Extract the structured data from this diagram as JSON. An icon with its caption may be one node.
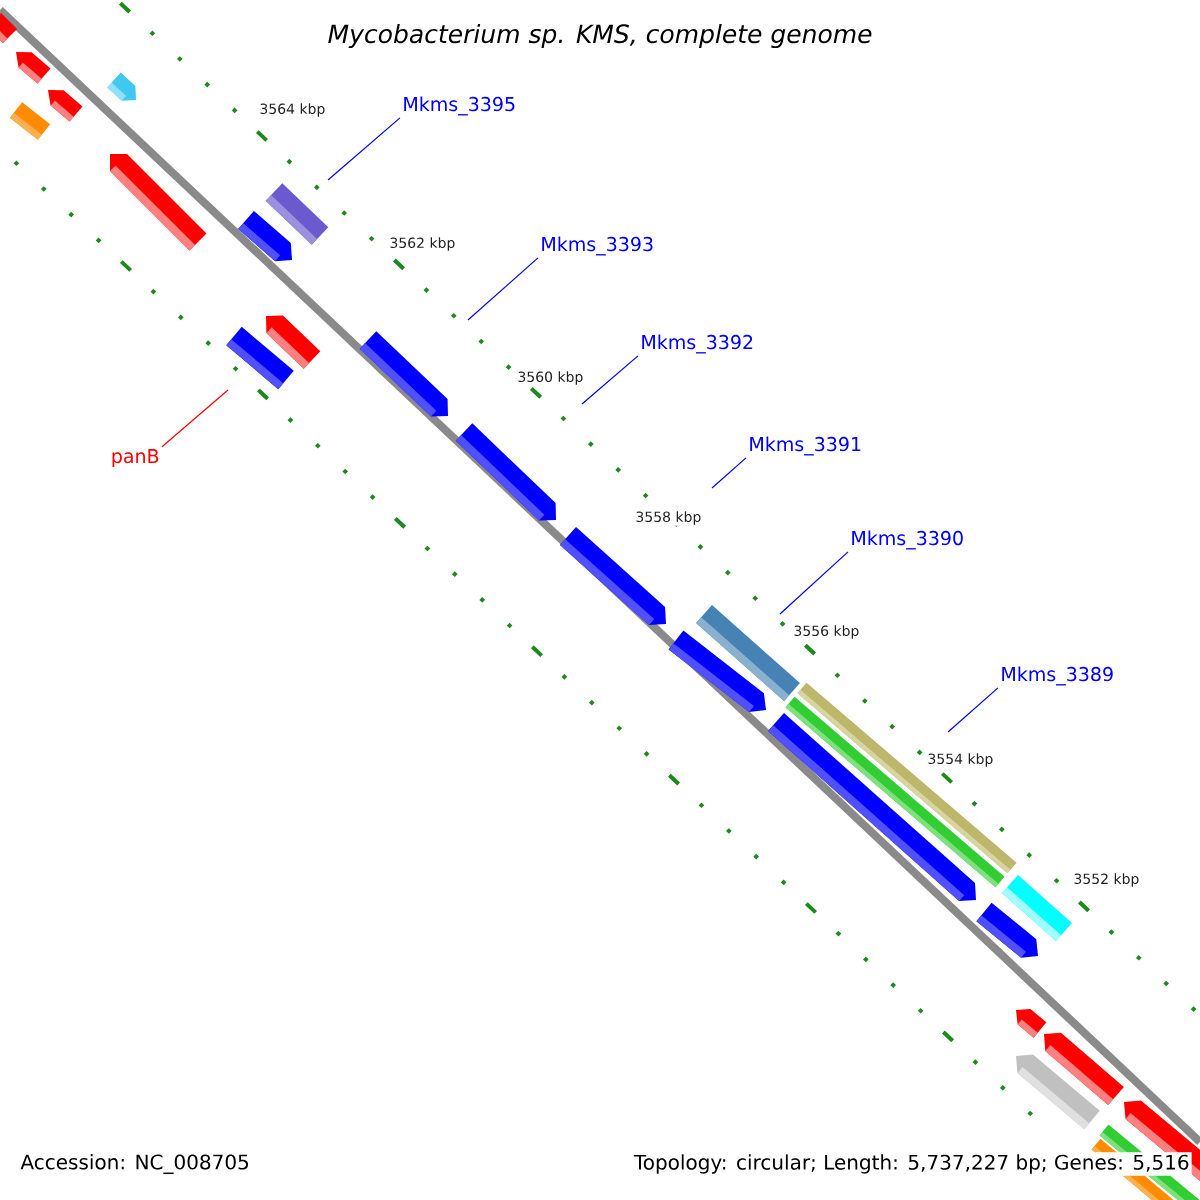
{
  "diagram": {
    "title": "Mycobacterium sp. KMS, complete genome",
    "nodes": [
      {
        "text": [
          "Mkms_3395"
        ]
      },
      {
        "text": [
          "Mkms_3393"
        ]
      },
      {
        "text": [
          "Mkms_3392"
        ]
      },
      {
        "text": [
          "Mkms_3391"
        ]
      },
      {
        "text": [
          "Mkms_3390"
        ]
      },
      {
        "text": [
          "Mkms_3389"
        ]
      },
      {
        "text": [
          "panB"
        ]
      }
    ],
    "edges": [
      {
        "from": 0,
        "to": null,
        "arrow": "none"
      },
      {
        "from": 1,
        "to": null,
        "arrow": "none"
      },
      {
        "from": 2,
        "to": null,
        "arrow": "none"
      },
      {
        "from": 3,
        "to": null,
        "arrow": "none"
      },
      {
        "from": 4,
        "to": null,
        "arrow": "none"
      },
      {
        "from": 5,
        "to": null,
        "arrow": "none"
      },
      {
        "from": 6,
        "to": null,
        "arrow": "none",
        "color": "#ff0000"
      }
    ],
    "labels": [
      "3564 kbp",
      "3562 kbp",
      "3560 kbp",
      "3558 kbp",
      "3556 kbp",
      "3554 kbp",
      "3552 kbp",
      "Accession: NC_008705",
      "Topology: circular; Length: 5,737,227 bp; Genes: 5,516"
    ]
  }
}
